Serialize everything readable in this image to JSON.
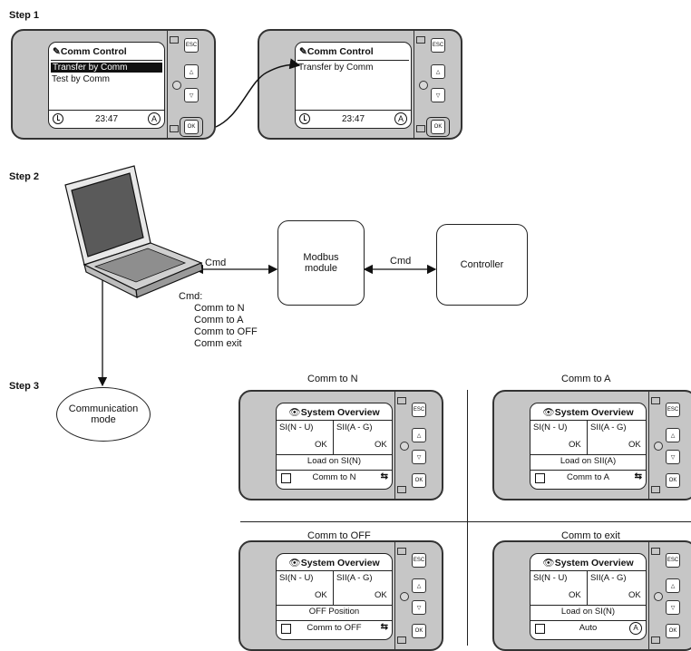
{
  "steps": {
    "s1": "Step 1",
    "s2": "Step 2",
    "s3": "Step 3"
  },
  "device1": {
    "title": "Comm Control",
    "items": [
      "Transfer by Comm",
      "Test by Comm"
    ],
    "time": "23:47",
    "auto": "A",
    "keys": {
      "esc": "ESC",
      "ok": "OK"
    }
  },
  "device2": {
    "title": "Comm Control",
    "items": [
      "Transfer by Comm"
    ],
    "time": "23:47",
    "auto": "A",
    "keys": {
      "esc": "ESC",
      "ok": "OK"
    }
  },
  "step2": {
    "cmd_left": "Cmd",
    "cmd_right": "Cmd",
    "modbus": "Modbus\nmodule",
    "controller": "Controller",
    "cmd_list_title": "Cmd:",
    "cmd_list": [
      "Comm to N",
      "Comm to A",
      "Comm to OFF",
      "Comm exit"
    ]
  },
  "step3": {
    "comm_mode": "Communication\nmode",
    "panels": [
      {
        "caption": "Comm to N",
        "title": "System Overview",
        "col1": "SI(N - U)",
        "col2": "SII(A - G)",
        "ok1": "OK",
        "ok2": "OK",
        "load": "Load on SI(N)",
        "footer": "Comm to N",
        "icon": "swap"
      },
      {
        "caption": "Comm to A",
        "title": "System Overview",
        "col1": "SI(N - U)",
        "col2": "SII(A - G)",
        "ok1": "OK",
        "ok2": "OK",
        "load": "Load on SII(A)",
        "footer": "Comm to A",
        "icon": "swap"
      },
      {
        "caption": "Comm to OFF",
        "title": "System Overview",
        "col1": "SI(N - U)",
        "col2": "SII(A - G)",
        "ok1": "OK",
        "ok2": "OK",
        "load": "OFF Position",
        "footer": "Comm to OFF",
        "icon": "swap"
      },
      {
        "caption": "Comm to exit",
        "title": "System Overview",
        "col1": "SI(N - U)",
        "col2": "SII(A - G)",
        "ok1": "OK",
        "ok2": "OK",
        "load": "Load on SI(N)",
        "footer": "Auto",
        "icon": "auto"
      }
    ],
    "keys": {
      "esc": "ESC",
      "ok": "OK"
    }
  }
}
